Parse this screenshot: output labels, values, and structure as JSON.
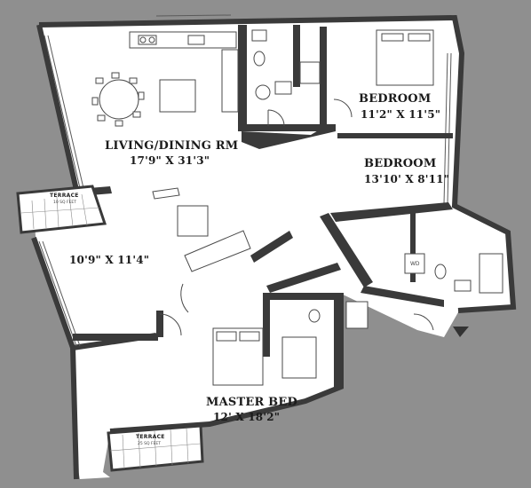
{
  "plan": {
    "rooms": {
      "living": {
        "name": "LIVING/DINING RM",
        "dims": "17'9\" X 31'3\""
      },
      "bedroom_top": {
        "name": "BEDROOM",
        "dims": "11'2\" X 11'5\""
      },
      "bedroom_mid": {
        "name": "BEDROOM",
        "dims": "13'10' X 8'11\""
      },
      "den": {
        "dims": "10'9\" X 11'4\""
      },
      "master": {
        "name": "MASTER BED",
        "dims": "12' X 18'2\""
      }
    },
    "terraces": {
      "left": {
        "name": "TERRACE",
        "area": "10 SQ FEET"
      },
      "bottom": {
        "name": "TERRACE",
        "area": "25 SQ FEET"
      }
    },
    "fixtures": {
      "washer_dryer": "WD"
    },
    "colors": {
      "background": "#8f8f8f",
      "floor": "#ffffff",
      "wall": "#3a3a3a",
      "furniture_stroke": "#4a4a4a"
    }
  }
}
